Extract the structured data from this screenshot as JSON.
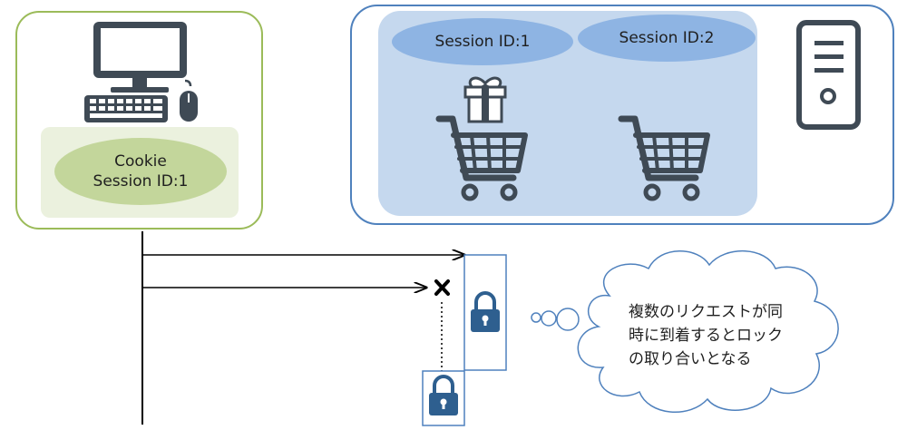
{
  "client": {
    "cookie_line1": "Cookie",
    "cookie_line2": "Session ID:1"
  },
  "server": {
    "sessions": [
      {
        "label": "Session ID:1"
      },
      {
        "label": "Session ID:2"
      }
    ]
  },
  "note": {
    "line1": "複数のリクエストが同",
    "line2": "時に到着するとロック",
    "line3": "の取り合いとなる"
  },
  "colors": {
    "client_border": "#9bbb59",
    "server_border": "#4f81bd",
    "icon_dark": "#3f4a55",
    "lock_blue": "#2e5f8f"
  }
}
